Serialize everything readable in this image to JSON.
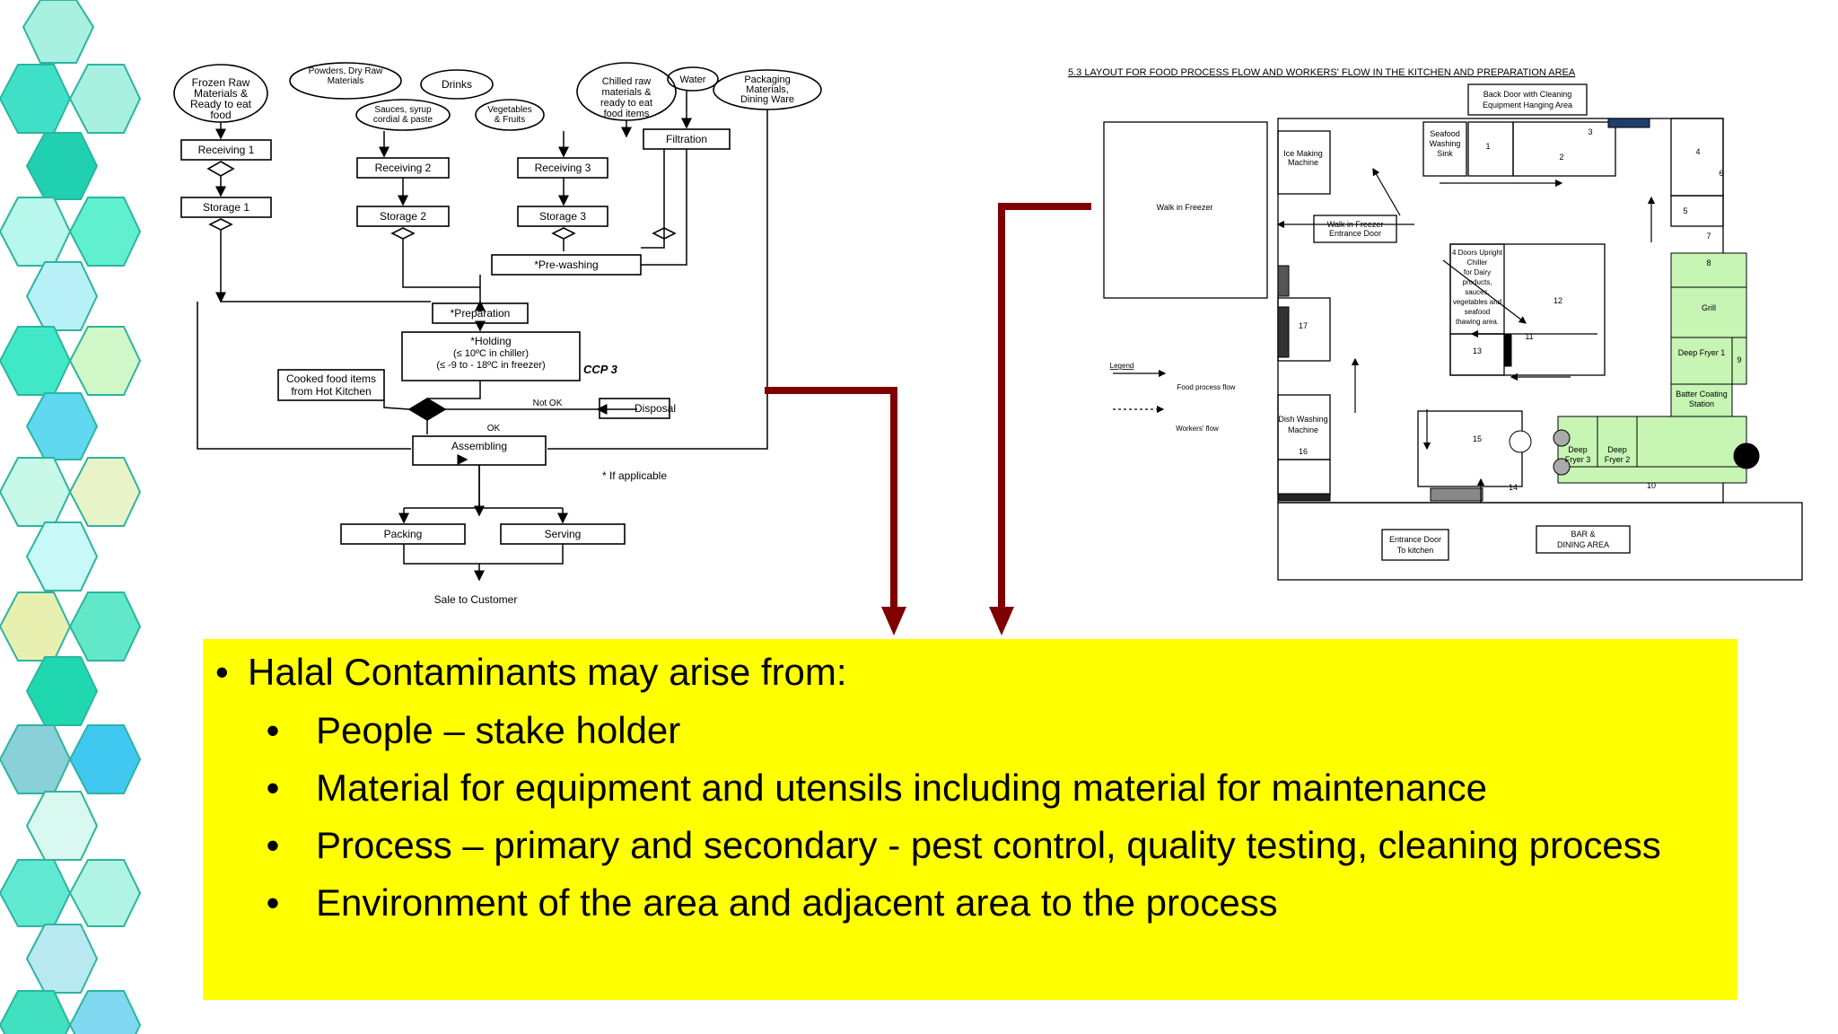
{
  "flowchart": {
    "inputs": {
      "frozen": [
        "Frozen Raw",
        "Materials &",
        "Ready to eat",
        "food"
      ],
      "powders": [
        "Powders, Dry Raw",
        "Materials"
      ],
      "drinks": "Drinks",
      "sauces": [
        "Sauces, syrup",
        "cordial & paste"
      ],
      "vegetables": [
        "Vegetables",
        "& Fruits"
      ],
      "chilled": [
        "Chilled raw",
        "materials &",
        "ready to eat",
        "food items"
      ],
      "water": "Water",
      "packaging": [
        "Packaging",
        "Materials,",
        "Dining Ware"
      ]
    },
    "receiving1": "Receiving 1",
    "receiving2": "Receiving 2",
    "receiving3": "Receiving 3",
    "storage1": "Storage 1",
    "storage2": "Storage 2",
    "storage3": "Storage 3",
    "filtration": "Filtration",
    "prewashing": "*Pre-washing",
    "preparation": "*Preparation",
    "holding": [
      "*Holding",
      "(≤ 10ºC  in chiller)",
      "(≤ -9 to - 18ºC in freezer)"
    ],
    "ccp": "CCP 3",
    "cooked": [
      "Cooked food items",
      "from Hot Kitchen"
    ],
    "not_ok": "Not OK",
    "ok": "OK",
    "disposal": "Disposal",
    "assembling": "Assembling",
    "if_applicable": "* If applicable",
    "packing": "Packing",
    "serving": "Serving",
    "sale": "Sale to Customer"
  },
  "floorplan": {
    "title": "5.3 LAYOUT FOR FOOD PROCESS FLOW AND WORKERS' FLOW IN THE KITCHEN AND PREPARATION AREA",
    "back_door": [
      "Back Door with Cleaning",
      "Equipment Hanging Area"
    ],
    "walk_in_freezer": "Walk in Freezer",
    "ice_machine": [
      "Ice Making",
      "Machine"
    ],
    "freezer_door": [
      "Walk in Freezer",
      "Entrance Door"
    ],
    "seafood_sink": [
      "Seafood",
      "Washing",
      "Sink"
    ],
    "chiller": [
      "4 Doors Upright",
      "Chiller",
      "for Dairy",
      "products,",
      "sauces,",
      "vegetables and",
      "seafood",
      "thawing area."
    ],
    "dish_washing": [
      "Dish Washing",
      "Machine"
    ],
    "grill": "Grill",
    "deep_fryer1": "Deep Fryer 1",
    "batter": [
      "Batter Coating",
      "Station"
    ],
    "deep_fryer3": [
      "Deep",
      "Fryer 3"
    ],
    "deep_fryer2": [
      "Deep",
      "Fryer 2"
    ],
    "entrance": [
      "Entrance Door",
      "To kitchen"
    ],
    "bar": [
      "BAR &",
      "DINING AREA"
    ],
    "legend_title": "Legend",
    "legend_food": "Food process flow",
    "legend_workers": "Workers' flow",
    "numbers": [
      "1",
      "2",
      "3",
      "4",
      "5",
      "6",
      "7",
      "8",
      "9",
      "10",
      "11",
      "12",
      "13",
      "14",
      "15",
      "16",
      "17"
    ]
  },
  "content": {
    "heading": "Halal Contaminants may arise from:",
    "items": [
      "People – stake holder",
      "Material for equipment and utensils including material for maintenance",
      "Process – primary and secondary - pest control, quality testing, cleaning process",
      "Environment of the area  and adjacent area to the process"
    ]
  },
  "colors": {
    "highlight": "#FFFF00",
    "arrow": "#7F0000",
    "equipment_green": "#C6F5B4"
  }
}
